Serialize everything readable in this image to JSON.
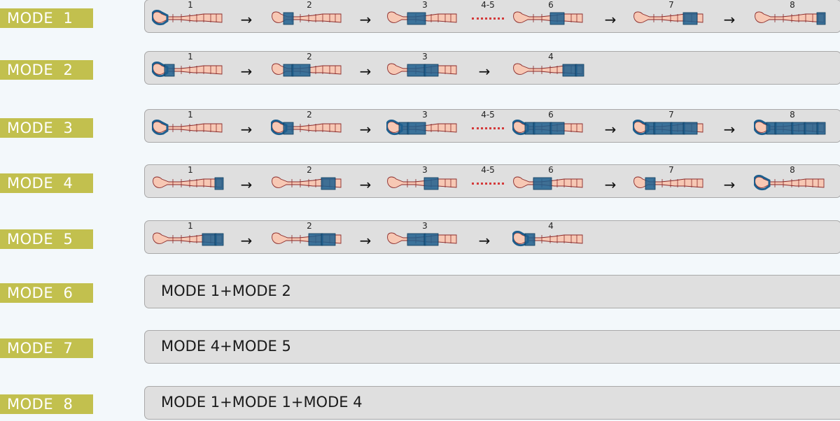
{
  "modes": [
    {
      "label": "MODE  1",
      "steps": [
        "1",
        "2",
        "3",
        "6",
        "7",
        "8"
      ],
      "gap_label": "4-5",
      "gap_after": 2,
      "highlights": [
        [
          "foot"
        ],
        [
          "ankle"
        ],
        [
          "calf"
        ],
        [
          "knee"
        ],
        [
          "thigh"
        ],
        [
          "top"
        ]
      ]
    },
    {
      "label": "MODE  2",
      "steps": [
        "1",
        "2",
        "3",
        "4"
      ],
      "highlights": [
        [
          "foot",
          "ankle"
        ],
        [
          "ankle",
          "calf"
        ],
        [
          "calf",
          "knee"
        ],
        [
          "thigh",
          "top"
        ]
      ]
    },
    {
      "label": "MODE  3",
      "steps": [
        "1",
        "2",
        "3",
        "6",
        "7",
        "8"
      ],
      "gap_label": "4-5",
      "gap_after": 2,
      "highlights": [
        [
          "foot"
        ],
        [
          "foot",
          "ankle"
        ],
        [
          "foot",
          "ankle",
          "calf"
        ],
        [
          "foot",
          "ankle",
          "calf",
          "knee"
        ],
        [
          "foot",
          "ankle",
          "calf",
          "knee",
          "thigh"
        ],
        [
          "foot",
          "ankle",
          "calf",
          "knee",
          "thigh",
          "top"
        ]
      ]
    },
    {
      "label": "MODE  4",
      "steps": [
        "1",
        "2",
        "3",
        "6",
        "7",
        "8"
      ],
      "gap_label": "4-5",
      "gap_after": 2,
      "highlights": [
        [
          "top"
        ],
        [
          "thigh"
        ],
        [
          "knee"
        ],
        [
          "calf"
        ],
        [
          "ankle"
        ],
        [
          "foot"
        ]
      ]
    },
    {
      "label": "MODE  5",
      "steps": [
        "1",
        "2",
        "3",
        "4"
      ],
      "highlights": [
        [
          "thigh",
          "top"
        ],
        [
          "knee",
          "thigh"
        ],
        [
          "calf",
          "knee"
        ],
        [
          "foot",
          "ankle"
        ]
      ]
    }
  ],
  "combo_modes": [
    {
      "label": "MODE  6",
      "text": "MODE 1+MODE 2"
    },
    {
      "label": "MODE  7",
      "text": "MODE 4+MODE 5"
    },
    {
      "label": "MODE  8",
      "text": "MODE 1+MODE 1+MODE 4"
    }
  ],
  "colors": {
    "leg_fill": "#f7c8b4",
    "leg_stroke": "#8b2a2a",
    "cuff": "#1e5f8e",
    "cuff_edge": "#0d3a5c",
    "label_bg": "#c2c04e"
  },
  "arrow_glyph": "→"
}
